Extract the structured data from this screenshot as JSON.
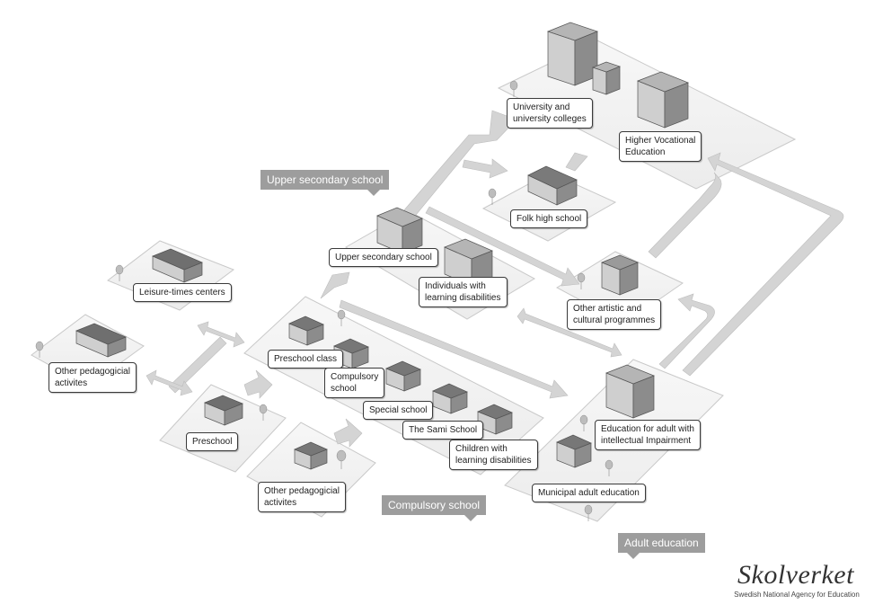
{
  "labels": {
    "university": "University and\nuniversity colleges",
    "higher_vocational": "Higher Vocational\nEducation",
    "folk_high_school": "Folk high school",
    "upper_secondary_school": "Upper secondary school",
    "individuals_learning_disabilities": "Individuals with\nlearning disabilities",
    "other_artistic": "Other artistic and\ncultural programmes",
    "leisure_time_centers": "Leisure-times centers",
    "other_pedagogical_left": "Other pedagogicial\nactivites",
    "preschool_class": "Preschool class",
    "compulsory_school": "Compulsory\nschool",
    "special_school": "Special school",
    "sami_school": "The Sami School",
    "children_learning_disabilities": "Children with\nlearning disabilities",
    "preschool": "Preschool",
    "other_pedagogical_bottom": "Other pedagogicial\nactivites",
    "education_adult_intellectual": "Education for adult with\nintellectual Impairment",
    "municipal_adult_education": "Municipal adult education"
  },
  "section_tags": {
    "upper_secondary": "Upper secondary school",
    "compulsory": "Compulsory school",
    "adult": "Adult education"
  },
  "logo": {
    "wordmark": "Skolverket",
    "tagline": "Swedish National Agency for Education"
  },
  "colors": {
    "platform": "#f2f2f2",
    "arrow": "#d4d4d4",
    "building": "#8a8a8a",
    "tag": "#9d9d9d"
  }
}
